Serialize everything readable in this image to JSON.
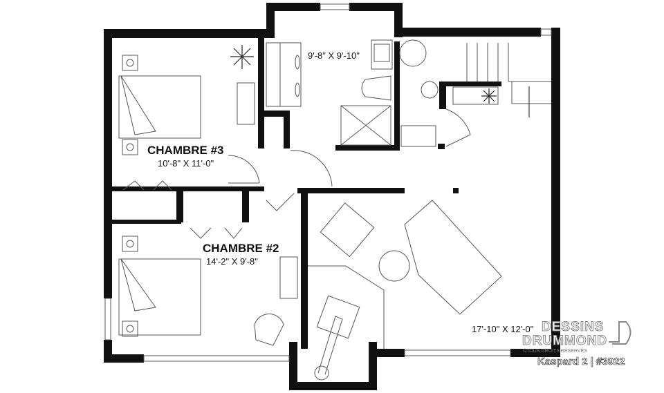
{
  "rooms": [
    {
      "name": "CHAMBRE #3",
      "dimensions": "10'-8\" X 11'-0\""
    },
    {
      "name": "",
      "dimensions": "9'-8\" X 9'-10\""
    },
    {
      "name": "CHAMBRE #2",
      "dimensions": "14'-2\" X 9'-8\""
    },
    {
      "name": "",
      "dimensions": "17'-10\" X 12'-0\""
    }
  ],
  "branding": {
    "line1": "DESSINS",
    "line2": "DRUMMOND",
    "copyright": "©TOUS DROITS RÉSERVÉS",
    "caption": "Kaspard 2 | #3922"
  },
  "colors": {
    "wall": "#111111",
    "line": "#555555",
    "background": "#ffffff"
  }
}
